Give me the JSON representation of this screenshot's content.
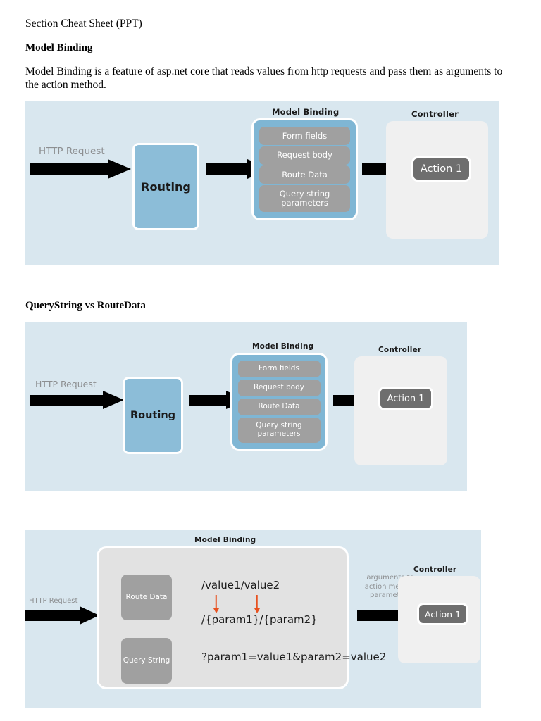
{
  "document": {
    "subtitle": "Section Cheat Sheet (PPT)",
    "heading_1": "Model Binding",
    "paragraph": "Model Binding is a feature of asp.net core that reads values from http requests and pass them as arguments to the action method.",
    "heading_2": "QueryString vs RouteData"
  },
  "colors": {
    "panel_background": "#d9e7ef",
    "routing_blue": "#8cbdd8",
    "model_binding_blue": "#7fb6d4",
    "item_gray": "#a0a0a0",
    "action_gray": "#6e6e6e",
    "controller_gray": "#f0f0f0",
    "gray_container": "#e2e2e2",
    "arrow_black": "#000000",
    "red_arrow": "#e8511f",
    "muted_text": "#8d8f91"
  },
  "diagram_1": {
    "http_request_label": "HTTP Request",
    "routing_label": "Routing",
    "model_binding_caption": "Model Binding",
    "model_binding_items": [
      "Form fields",
      "Request body",
      "Route Data",
      "Query string parameters"
    ],
    "controller_caption": "Controller",
    "action_label": "Action 1"
  },
  "diagram_2": {
    "http_request_label": "HTTP Request",
    "routing_label": "Routing",
    "model_binding_caption": "Model Binding",
    "model_binding_items": [
      "Form fields",
      "Request body",
      "Route Data",
      "Query string parameters"
    ],
    "controller_caption": "Controller",
    "action_label": "Action 1"
  },
  "diagram_3": {
    "http_request_label": "HTTP Request",
    "model_binding_caption": "Model Binding",
    "route_data_label": "Route Data",
    "query_string_label": "Query String",
    "route_example_top": "/value1/value2",
    "route_example_bottom": "/{param1}/{param2}",
    "query_example": "?param1=value1&param2=value2",
    "arguments_note": "arguments to action method parameters",
    "controller_caption": "Controller",
    "action_label": "Action 1"
  }
}
